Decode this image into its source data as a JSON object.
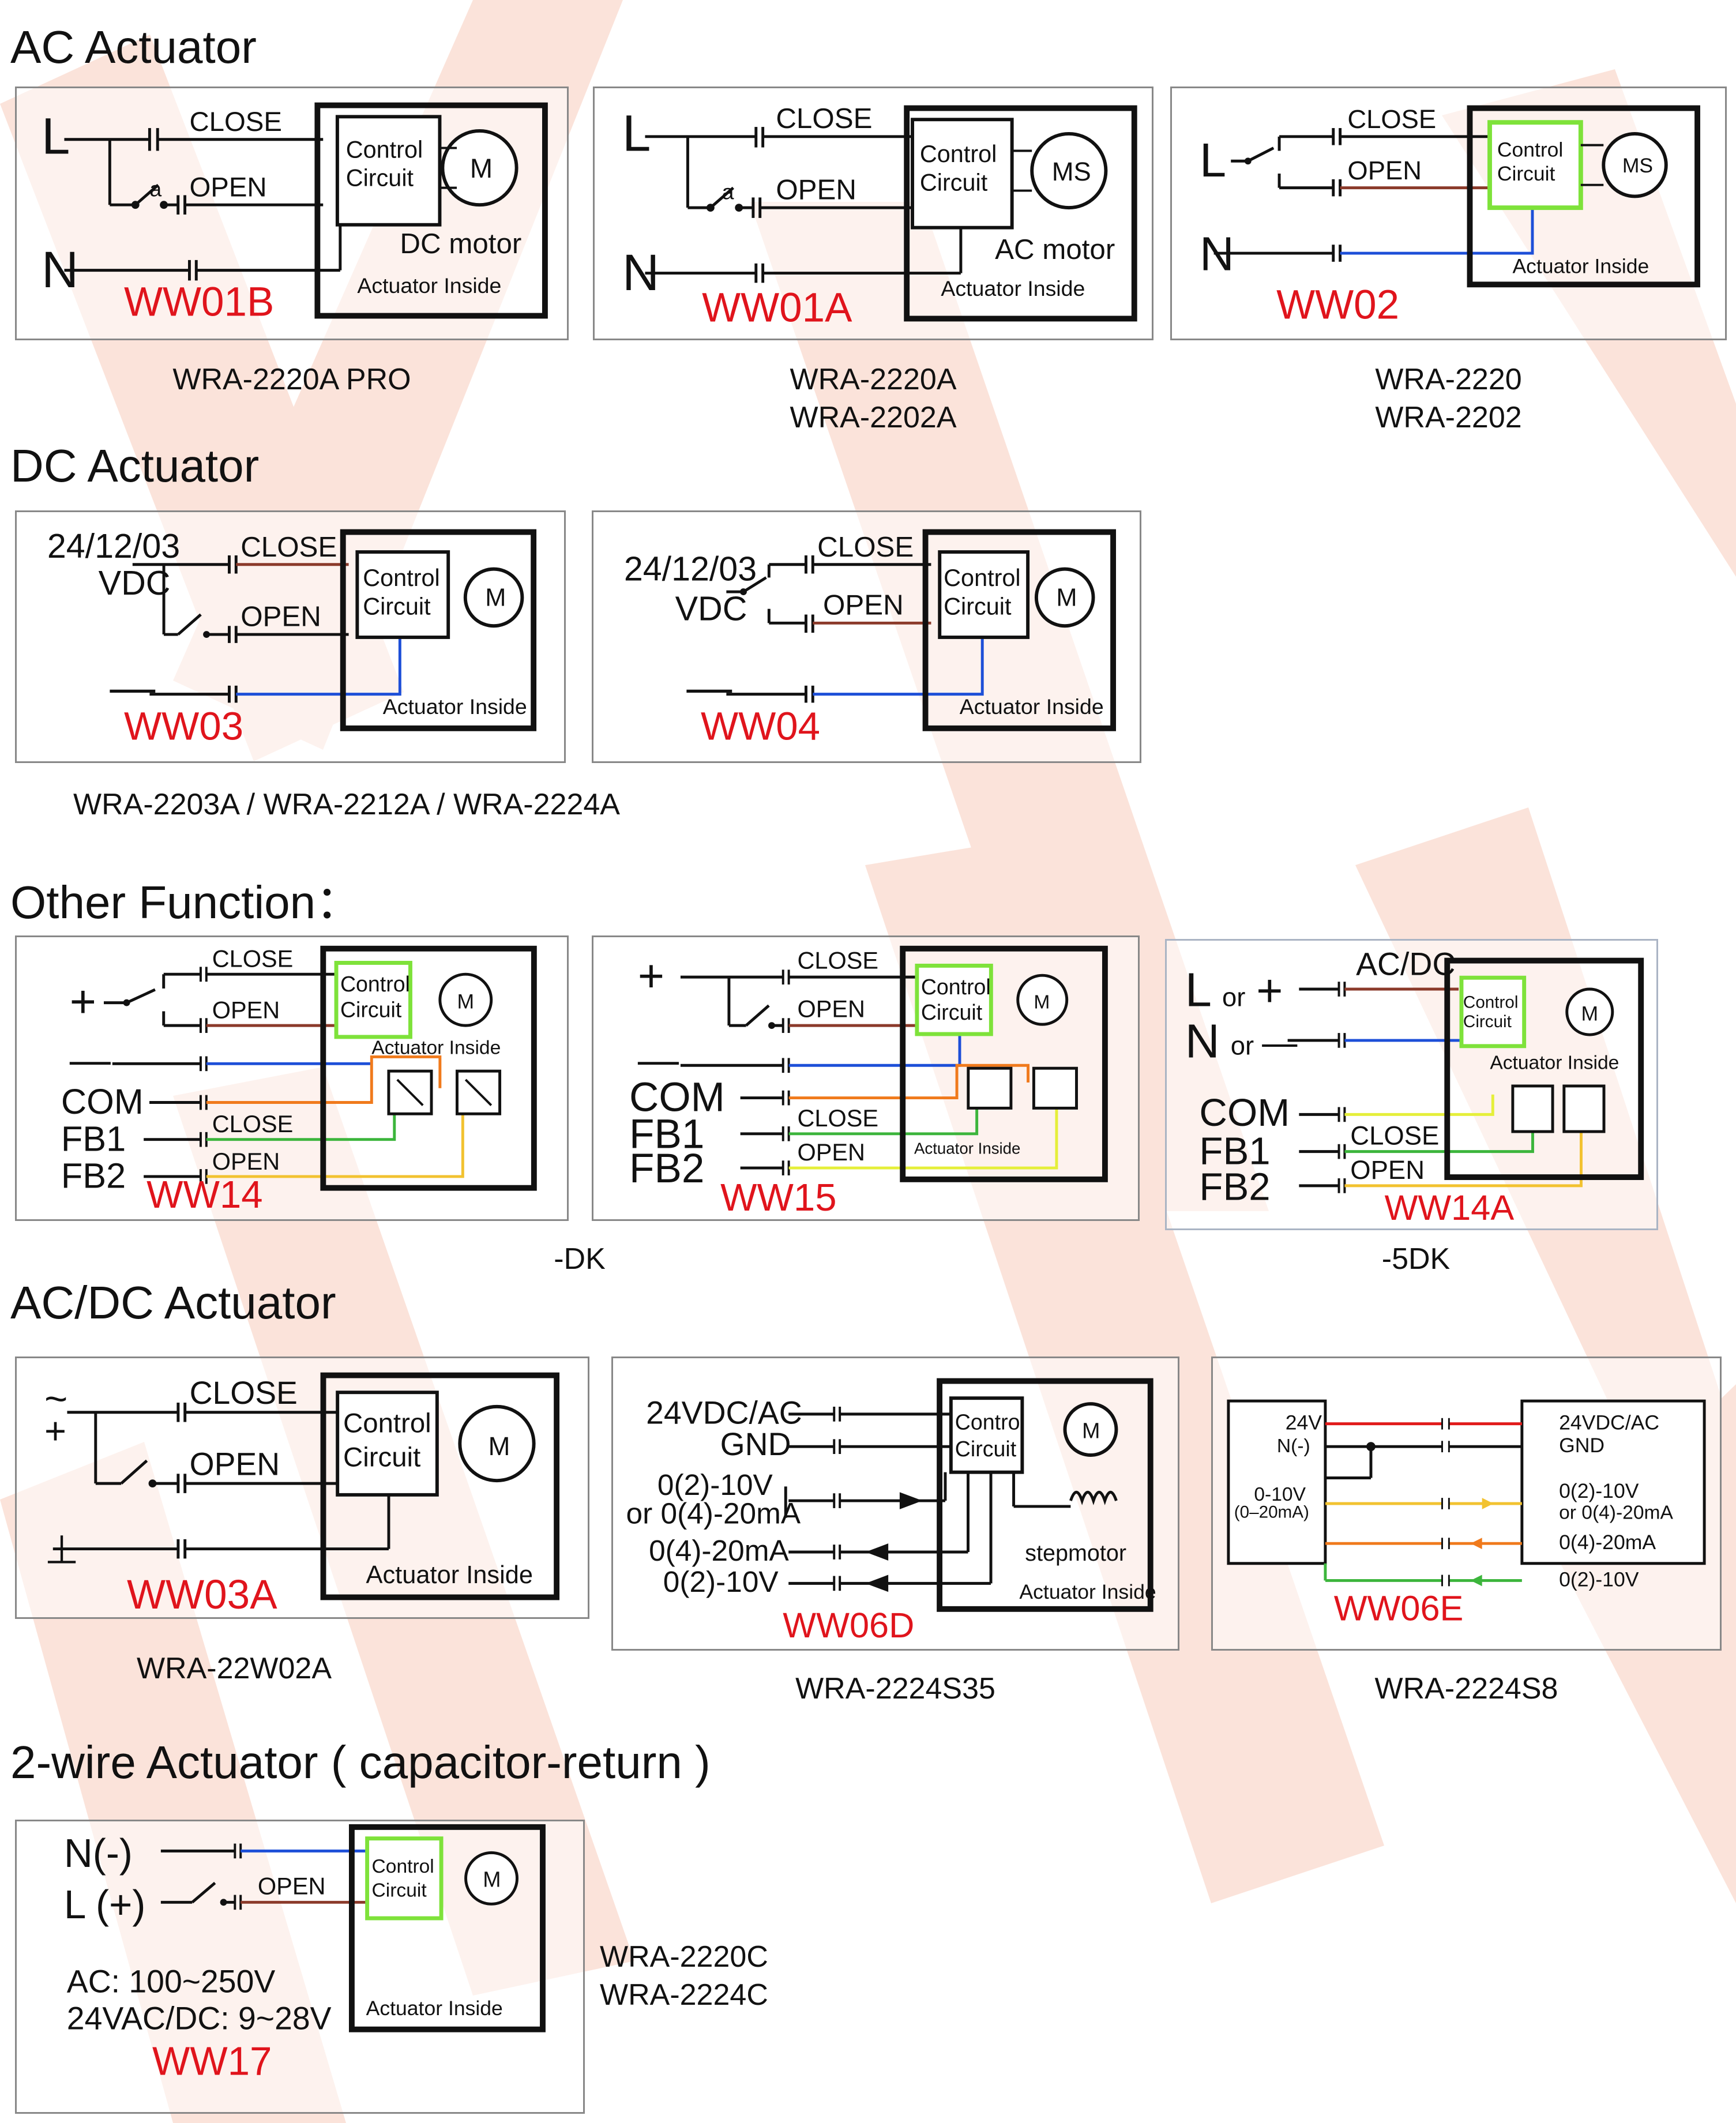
{
  "colors": {
    "accent_red": "#e0141c",
    "watermark": "#fbe0d6",
    "wire_brown": "#8b3a2a",
    "wire_blue": "#1d4fd8",
    "wire_orange": "#f07a1c",
    "wire_green": "#3cb53c",
    "wire_yellow": "#f2c230",
    "wire_lime": "#e5ef3a",
    "box_green": "#7ee23a",
    "wire_red": "#e11b1b"
  },
  "sections": {
    "ac": "AC Actuator",
    "dc": "DC Actuator",
    "other": "Other Function：",
    "acdc": "AC/DC Actuator",
    "twowire": "2-wire Actuator ( capacitor-return )"
  },
  "common": {
    "close": "CLOSE",
    "open": "OPEN",
    "control": "Control",
    "circuit": "Circuit",
    "actuator_inside": "Actuator Inside",
    "motor_m": "M",
    "motor_ms": "MS",
    "L": "L",
    "N": "N",
    "a": "a",
    "plus": "+",
    "minus": "—",
    "com": "COM",
    "fb1": "FB1",
    "fb2": "FB2"
  },
  "diagrams": {
    "ww01b": {
      "code": "WW01B",
      "motor_label": "DC motor"
    },
    "ww01a": {
      "code": "WW01A",
      "motor_label": "AC motor"
    },
    "ww02": {
      "code": "WW02"
    },
    "ww03": {
      "code": "WW03",
      "supply_line1": "24/12/03",
      "supply_line2": "VDC"
    },
    "ww04": {
      "code": "WW04",
      "supply_line1": "24/12/03",
      "supply_line2": "VDC"
    },
    "ww14": {
      "code": "WW14"
    },
    "ww15": {
      "code": "WW15"
    },
    "ww14a": {
      "code": "WW14A",
      "acdc": "AC/DC",
      "l_or": "or",
      "n_or": "or"
    },
    "ww03a": {
      "code": "WW03A",
      "tilde": "~",
      "ground": "⊥"
    },
    "ww06d": {
      "code": "WW06D",
      "rows": [
        "24VDC/AC",
        "GND",
        "0(2)-10V",
        "or 0(4)-20mA",
        "0(4)-20mA",
        "0(2)-10V"
      ],
      "stepmotor": "stepmotor"
    },
    "ww06e": {
      "code": "WW06E",
      "left_rows": [
        "24V",
        "N(-)",
        "0-10V",
        "(0–20mA)"
      ],
      "right_rows": [
        "24VDC/AC",
        "GND",
        "0(2)-10V",
        "or 0(4)-20mA",
        "0(4)-20mA",
        "0(2)-10V"
      ]
    },
    "ww17": {
      "code": "WW17",
      "n_label": "N(-)",
      "l_label": "L (+)",
      "ac_range": "AC: 100~250V",
      "dc_range": "24VAC/DC: 9~28V"
    }
  },
  "captions": {
    "ww01b": [
      "WRA-2220A PRO"
    ],
    "ww01a": [
      "WRA-2220A",
      "WRA-2202A"
    ],
    "ww02": [
      "WRA-2220",
      "WRA-2202"
    ],
    "dc": [
      "WRA-2203A / WRA-2212A / WRA-2224A"
    ],
    "ww15": [
      "-DK"
    ],
    "ww14a": [
      "-5DK"
    ],
    "ww03a": [
      "WRA-22W02A"
    ],
    "ww06d": [
      "WRA-2224S35"
    ],
    "ww06e": [
      "WRA-2224S8"
    ],
    "ww17": [
      "WRA-2220C",
      "WRA-2224C"
    ]
  }
}
